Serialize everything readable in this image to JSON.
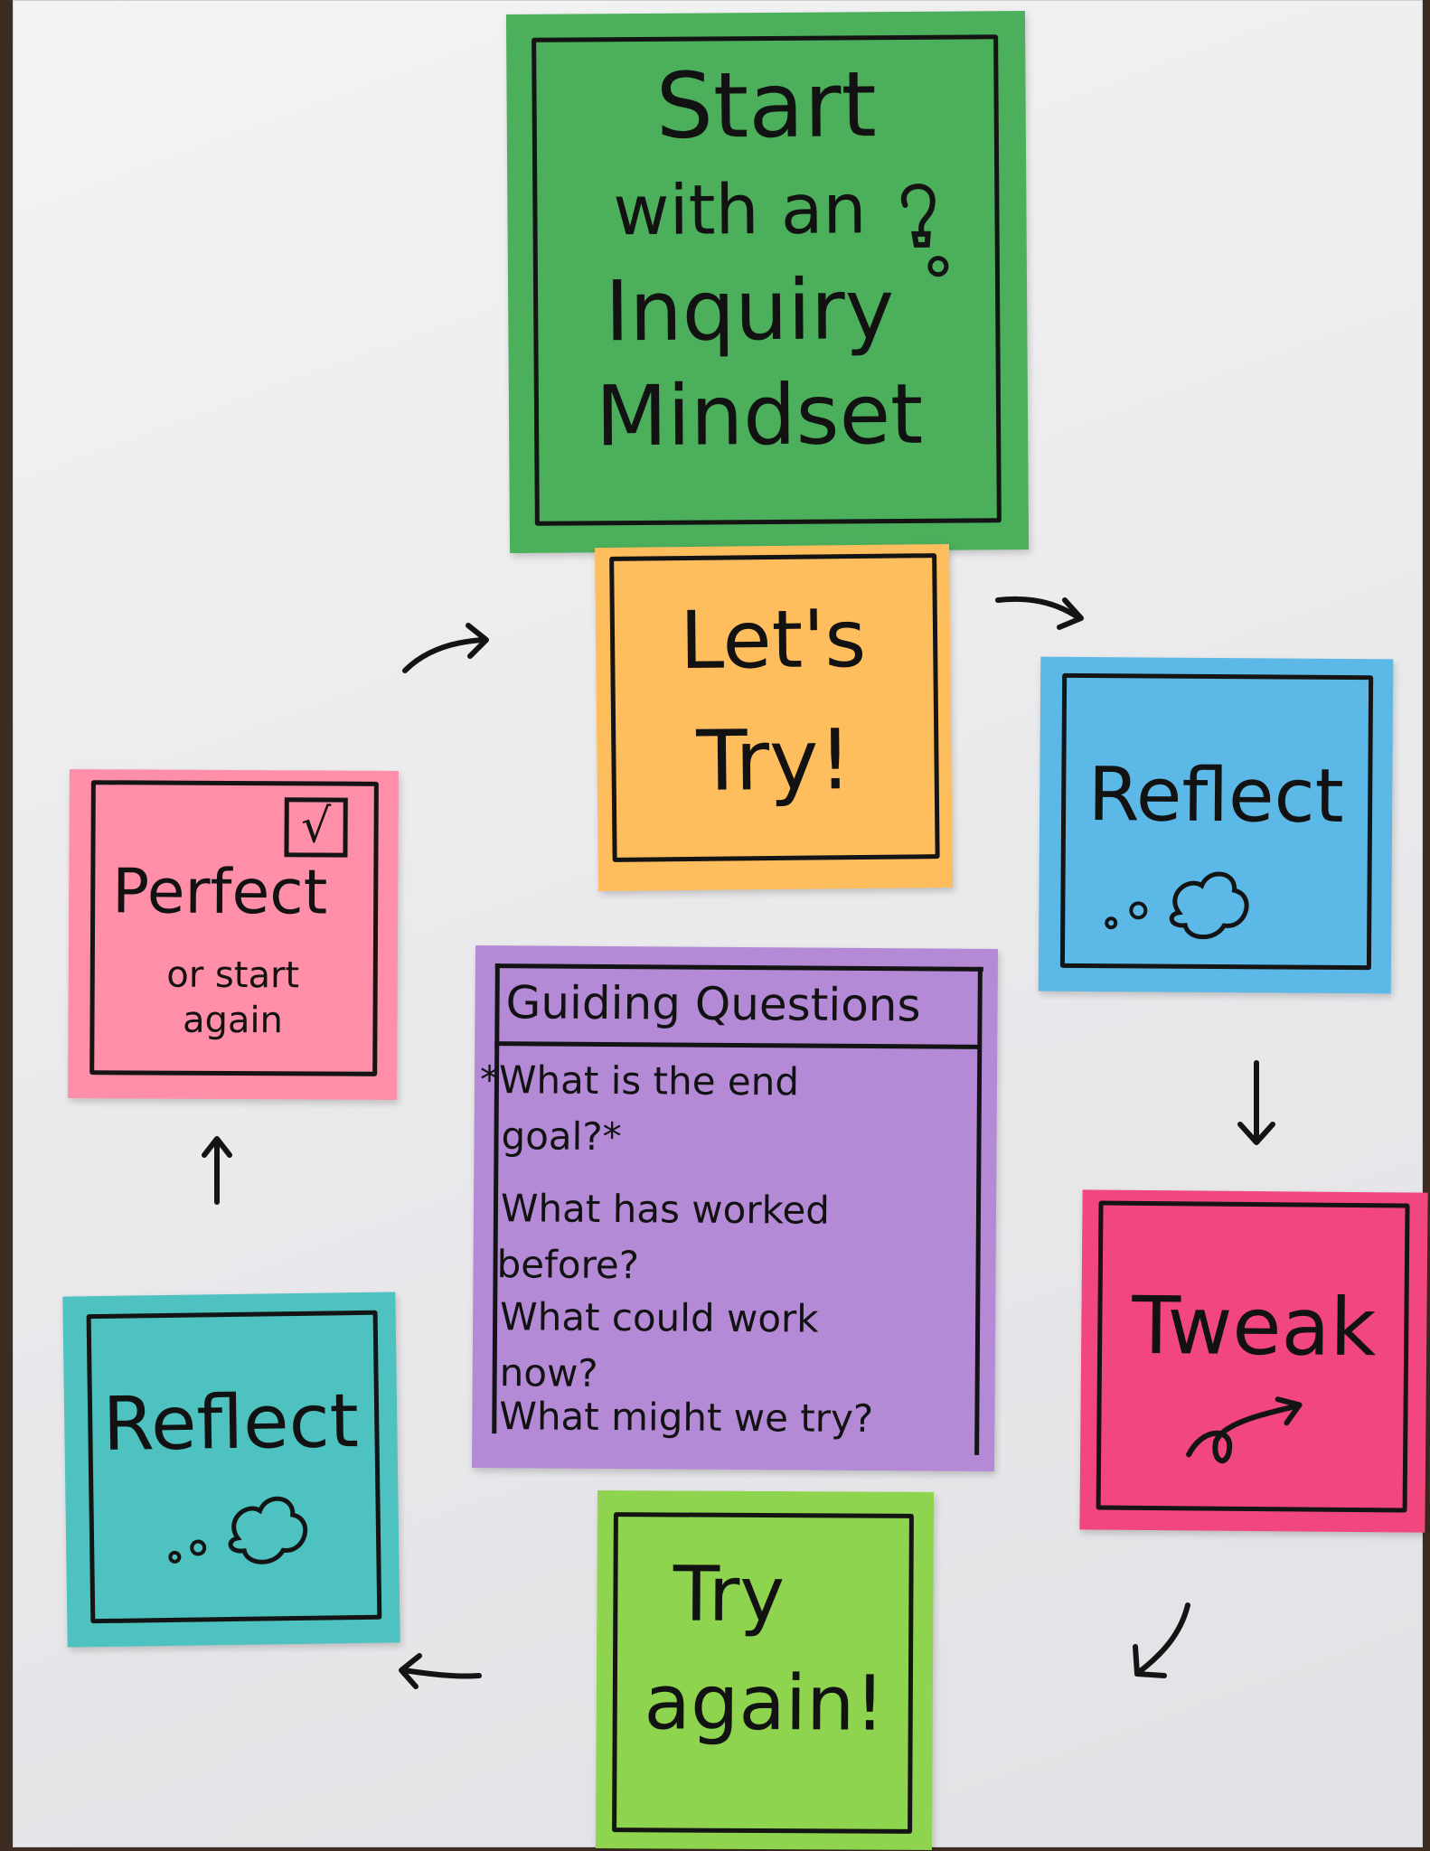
{
  "notes": {
    "start": {
      "line1": "Start",
      "line2": "with an",
      "line3": "Inquiry",
      "line4": "Mindset",
      "color": "#4caf5c"
    },
    "lets_try": {
      "line1": "Let's",
      "line2": "Try!",
      "color": "#ffbe5e"
    },
    "reflect_right": {
      "label": "Reflect",
      "color": "#5cb8e6"
    },
    "tweak": {
      "label": "Tweak",
      "color": "#f2467f"
    },
    "try_again": {
      "line1": "Try",
      "line2": "again!",
      "color": "#8fd44e"
    },
    "reflect_left": {
      "label": "Reflect",
      "color": "#4ec2c0"
    },
    "perfect": {
      "title": "Perfect",
      "sub1": "or start",
      "sub2": "again",
      "check": "√",
      "color": "#ff8fa8"
    },
    "guiding": {
      "title": "Guiding Questions",
      "lines": [
        "*What is the end",
        "goal?*",
        "What has worked",
        "before?",
        "What could work",
        "now?",
        "What might we try?"
      ],
      "color": "#b48ad6"
    }
  },
  "icons": [
    "lightbulb-icon",
    "thought-cloud-icon",
    "curly-arrow-icon",
    "checkbox-icon"
  ]
}
